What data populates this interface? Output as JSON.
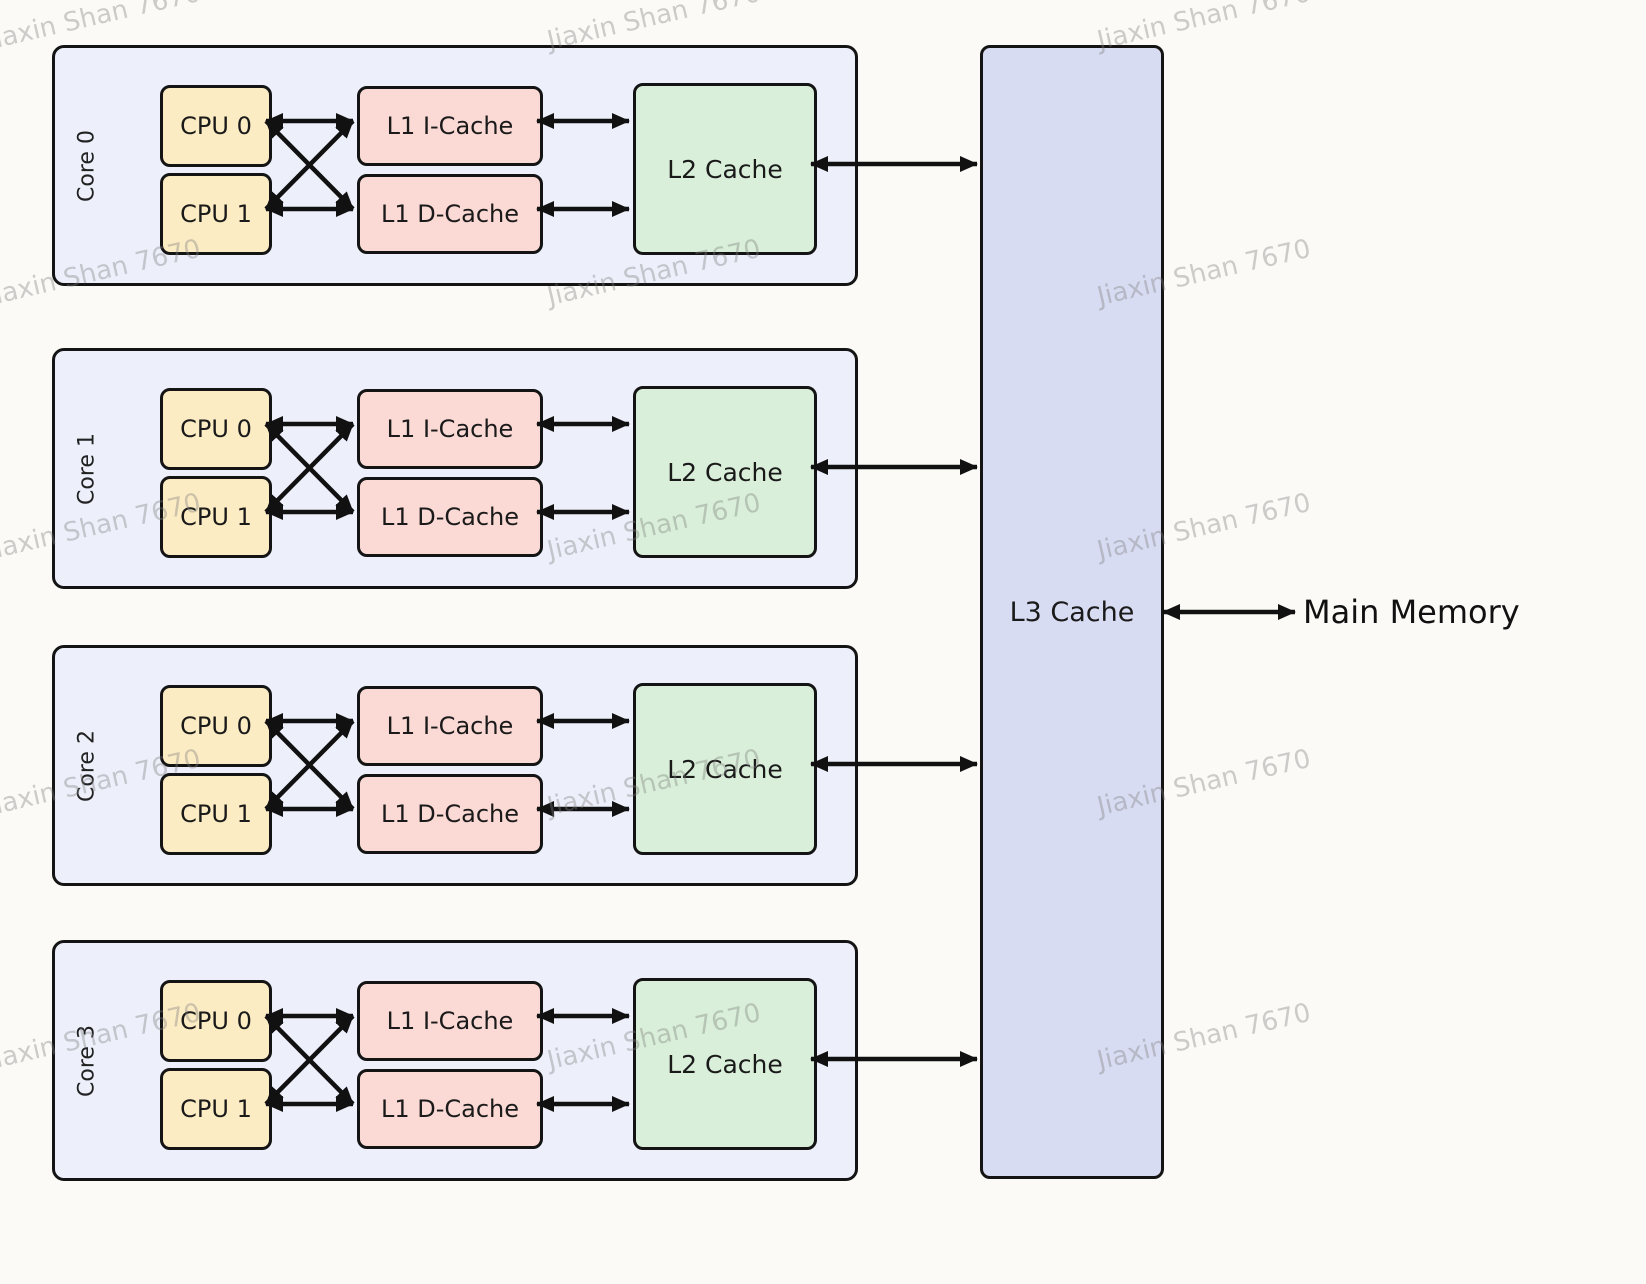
{
  "title": "Multi-core CPU cache hierarchy diagram",
  "watermark": "Jiaxin Shan 7670",
  "cores": [
    {
      "label": "Core 0",
      "cpu0": "CPU 0",
      "cpu1": "CPU 1",
      "l1i": "L1 I-Cache",
      "l1d": "L1 D-Cache",
      "l2": "L2 Cache"
    },
    {
      "label": "Core 1",
      "cpu0": "CPU 0",
      "cpu1": "CPU 1",
      "l1i": "L1 I-Cache",
      "l1d": "L1 D-Cache",
      "l2": "L2 Cache"
    },
    {
      "label": "Core 2",
      "cpu0": "CPU 0",
      "cpu1": "CPU 1",
      "l1i": "L1 I-Cache",
      "l1d": "L1 D-Cache",
      "l2": "L2 Cache"
    },
    {
      "label": "Core 3",
      "cpu0": "CPU 0",
      "cpu1": "CPU 1",
      "l1i": "L1 I-Cache",
      "l1d": "L1 D-Cache",
      "l2": "L2 Cache"
    }
  ],
  "l3": {
    "label": "L3 Cache"
  },
  "main_memory": {
    "label": "Main Memory"
  },
  "colors": {
    "page_bg": "#fbfaf7",
    "core_bg": "#edf0fb",
    "cpu_bg": "#fcecc4",
    "l1_bg": "#fbdad5",
    "l2_bg": "#d9efd9",
    "l3_bg": "#d8dcf2",
    "border": "#141414",
    "arrow": "#111111",
    "watermark": "#c9c9c9"
  }
}
